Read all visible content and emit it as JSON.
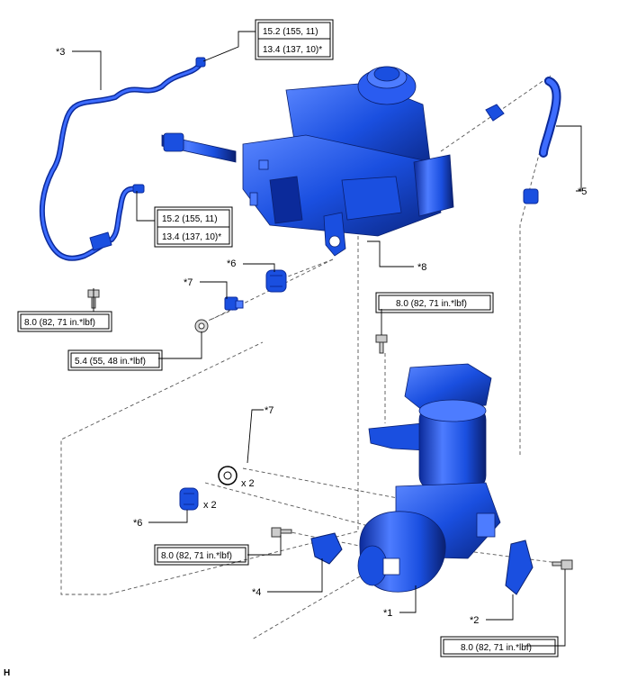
{
  "callouts": {
    "c1": "*1",
    "c2": "*2",
    "c3": "*3",
    "c4": "*4",
    "c5": "*5",
    "c6a": "*6",
    "c6b": "*6",
    "c7a": "*7",
    "c7b": "*7",
    "c8": "*8"
  },
  "quantities": {
    "q7": "x 2",
    "q6": "x 2"
  },
  "torques": {
    "t_top_1": "15.2 (155, 11)",
    "t_top_2": "13.4 (137, 10)*",
    "t_mid_1": "15.2 (155, 11)",
    "t_mid_2": "13.4 (137, 10)*",
    "t_left_bolt": "8.0 (82, 71 in.*lbf)",
    "t_nut": "5.4 (55, 48 in.*lbf)",
    "t_bracket_upper": "8.0 (82, 71 in.*lbf)",
    "t_bracket_lower": "8.0 (82, 71 in.*lbf)",
    "t_bottom_right": "8.0 (82, 71 in.*lbf)"
  },
  "corner_code": "H",
  "colors": {
    "part_fill": "#1a4fe0",
    "part_dark": "#0b2a9a",
    "part_light": "#4d7cff",
    "line": "#000000",
    "dash": "#555555"
  }
}
